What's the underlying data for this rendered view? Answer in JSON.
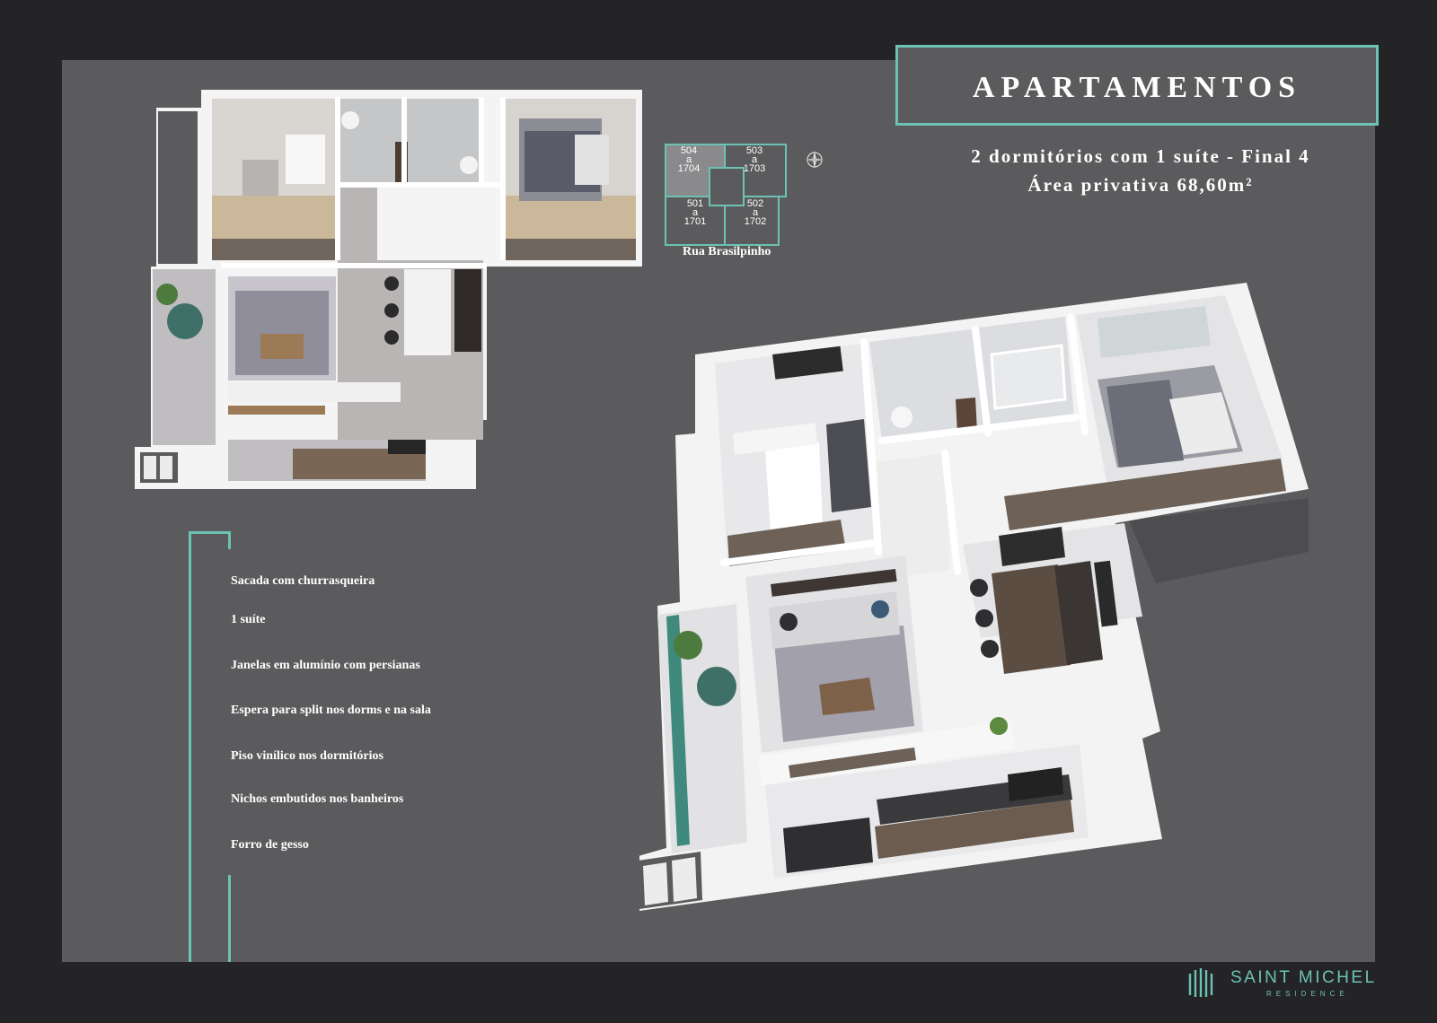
{
  "header": {
    "title": "APARTAMENTOS",
    "subtitle_line1": "2 dormitórios com 1 suíte - Final 4",
    "subtitle_line2": "Área privativa 68,60m²"
  },
  "key_diagram": {
    "units": [
      {
        "label": "504\na\n1704",
        "highlighted": true
      },
      {
        "label": "503\na\n1703",
        "highlighted": false
      },
      {
        "label": "501\na\n1701",
        "highlighted": false
      },
      {
        "label": "502\na\n1702",
        "highlighted": false
      }
    ],
    "street": "Rua Brasilpinho"
  },
  "features": [
    "Sacada com churrasqueira",
    "1 suíte",
    "Janelas em alumínio com persianas",
    "Espera para split nos dorms e na sala",
    "Piso vinílico nos dormitórios",
    "Nichos embutidos nos banheiros",
    "Forro de gesso"
  ],
  "brand": {
    "name": "SAINT MICHEL",
    "tagline": "RESIDENCE"
  },
  "colors": {
    "accent": "#6cc2b4",
    "panel": "#5b5b5d",
    "background": "#242426"
  },
  "icons": [
    "compass-icon",
    "brand-logo-icon"
  ]
}
